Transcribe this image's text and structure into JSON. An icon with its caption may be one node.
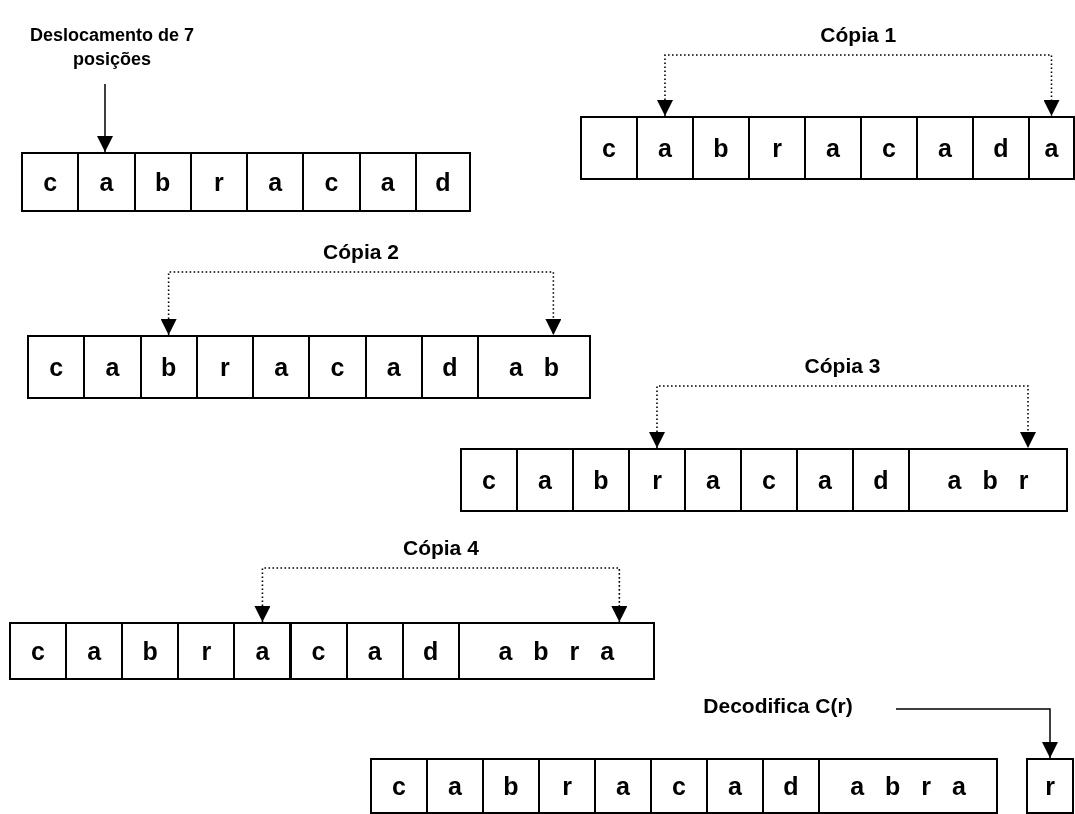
{
  "diagram": {
    "nodes": [
      {
        "text": [
          "Deslocamento de 7 posições"
        ]
      },
      {
        "text": [
          "c"
        ]
      },
      {
        "text": [
          "a"
        ]
      },
      {
        "text": [
          "b"
        ]
      },
      {
        "text": [
          "r"
        ]
      },
      {
        "text": [
          "a"
        ]
      },
      {
        "text": [
          "c"
        ]
      },
      {
        "text": [
          "a"
        ]
      },
      {
        "text": [
          "d"
        ]
      },
      {
        "text": [
          "c"
        ]
      },
      {
        "text": [
          "a"
        ]
      },
      {
        "text": [
          "b"
        ]
      },
      {
        "text": [
          "r"
        ]
      },
      {
        "text": [
          "a"
        ]
      },
      {
        "text": [
          "c"
        ]
      },
      {
        "text": [
          "a"
        ]
      },
      {
        "text": [
          "d"
        ]
      },
      {
        "text": [
          "a"
        ]
      },
      {
        "text": [
          "c"
        ]
      },
      {
        "text": [
          "a"
        ]
      },
      {
        "text": [
          "b"
        ]
      },
      {
        "text": [
          "r"
        ]
      },
      {
        "text": [
          "a"
        ]
      },
      {
        "text": [
          "c"
        ]
      },
      {
        "text": [
          "a"
        ]
      },
      {
        "text": [
          "d"
        ]
      },
      {
        "text": [
          "a b"
        ]
      },
      {
        "text": [
          "c"
        ]
      },
      {
        "text": [
          "a"
        ]
      },
      {
        "text": [
          "b"
        ]
      },
      {
        "text": [
          "r"
        ]
      },
      {
        "text": [
          "a"
        ]
      },
      {
        "text": [
          "c"
        ]
      },
      {
        "text": [
          "a"
        ]
      },
      {
        "text": [
          "d"
        ]
      },
      {
        "text": [
          "a b r"
        ]
      },
      {
        "text": [
          "c"
        ]
      },
      {
        "text": [
          "a"
        ]
      },
      {
        "text": [
          "b"
        ]
      },
      {
        "text": [
          "r"
        ]
      },
      {
        "text": [
          "a"
        ]
      },
      {
        "text": [
          "c"
        ]
      },
      {
        "text": [
          "a"
        ]
      },
      {
        "text": [
          "d"
        ]
      },
      {
        "text": [
          "a b r a"
        ]
      },
      {
        "text": [
          "Decodifica C(r)"
        ]
      },
      {
        "text": [
          "c"
        ]
      },
      {
        "text": [
          "a"
        ]
      },
      {
        "text": [
          "b"
        ]
      },
      {
        "text": [
          "r"
        ]
      },
      {
        "text": [
          "a"
        ]
      },
      {
        "text": [
          "c"
        ]
      },
      {
        "text": [
          "a"
        ]
      },
      {
        "text": [
          "d"
        ]
      },
      {
        "text": [
          "a b r a"
        ]
      },
      {
        "text": [
          "r"
        ]
      }
    ],
    "edges": [
      {
        "from": 0,
        "to": 2,
        "arrow": "to"
      },
      {
        "from": 10,
        "to": 17,
        "arrow": "both",
        "style": "dashed",
        "label": "Cópia 1"
      },
      {
        "from": 20,
        "to": 26,
        "arrow": "both",
        "style": "dashed",
        "label": "Cópia 2"
      },
      {
        "from": 30,
        "to": 35,
        "arrow": "both",
        "style": "dashed",
        "label": "Cópia 3"
      },
      {
        "from": 40,
        "to": 44,
        "arrow": "both",
        "style": "dashed",
        "label": "Cópia 4"
      },
      {
        "from": 45,
        "to": 55,
        "arrow": "to"
      }
    ]
  }
}
